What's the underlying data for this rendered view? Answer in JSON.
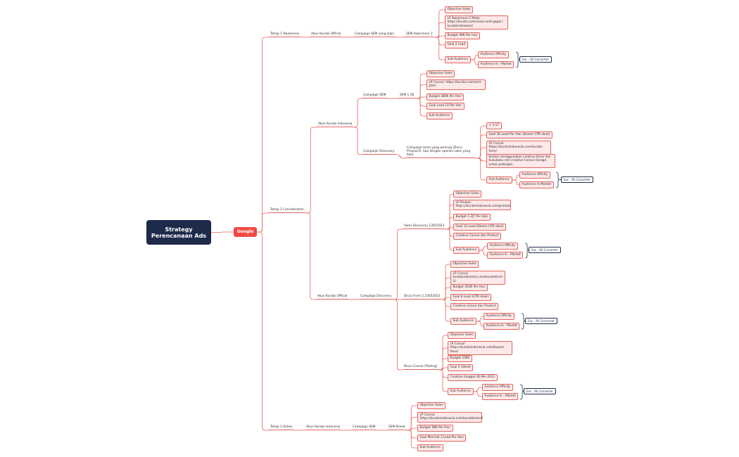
{
  "colors": {
    "line": "#e3645c",
    "node_fill": "#fde9e9",
    "root": "#1d2a4a",
    "google": "#ef4a45",
    "exc": "#1e2b47"
  },
  "root": "Strategy Perencanaan Ads",
  "google": "Google",
  "stages": {
    "awareness": "Tahap 1 Awareness",
    "consideration": "Tahap 2 Consideration",
    "action": "Tahap 3 Action"
  },
  "t1": {
    "account": "Akun Kurato Official",
    "campaign": "Campaign SEM yang Jalan",
    "adset": "SEM Awareness 2",
    "objective": "Objective Sales",
    "lp": "LP Awareness 2 Meta: https://kurato.com/solusi-anti-gagal / kuratoindonesia]",
    "budget": "Budget 98K Per hari",
    "goal": "Goal 2 Lead",
    "sub": "Sub Audience",
    "affinity": "Audience Affinity",
    "market": "Audience In - Market",
    "exc": "Exc : All Converter"
  },
  "t2a": {
    "account": "Akun Kurato Indonesia",
    "campaign_sem": "Campaign SEM",
    "sem": "SEM 1.1B",
    "objective": "Objective Sales",
    "lp": "LP Consul: https://kurato.com/sem-ptm/",
    "budget": "Budget 380K Per Hari",
    "goal": "Goal Lead 10 Per Hari",
    "sub": "Sub Audience",
    "campaign_disc": "Campaign Discovery",
    "disc_desc": "Campaign lama yang winning (Disco Prospect), tapi dengan operasi sales yang baik.",
    "d_roas": "> 3.17",
    "d_goal": "Goal 30 Lead Per Hari (Belum CPR ideal)",
    "d_lp": "LP Consul: https://kuratoindonesia.com/kurato-form/",
    "d_creative": "Konten menggunakan creative tema dan bukubaku seri creative Consul Fanage untuk pelengan.",
    "d_sub": "Sub Audience",
    "d_affinity": "Audience Affinity",
    "d_market": "Audience In-Market",
    "d_exc": "Exc : All Converter"
  },
  "t2b": {
    "account": "Akun Kurato Official",
    "campaign": "Campaign Discovery",
    "s1": {
      "name": "Sales Discovery 13052023",
      "objective": "Objective Sales",
      "lp": "LP Produk: https://kuratoindonesia.com/produk/",
      "budget": "Budget 1.2JT Per Hari",
      "goal": "Goal 12 Lead (Belum CPR ideal)",
      "creative": "Creative Consul dan Product",
      "sub": "Sub Audience",
      "affinity": "Audience Affinity",
      "market": "Audience In - Market",
      "exc": "Exc : All Converter"
    },
    "s2": {
      "name": "Disco Form 2 23052023",
      "objective": "Objective Sales",
      "lp": "LP Consul: kuratoindonesia.com/kuratoform-2/",
      "budget": "Budget 453K Per Hari",
      "goal": "Goal 8 Lead (CPR ideal)",
      "creative": "Creative Consul dan Product",
      "sub": "Sub Audience",
      "affinity": "Audience Affinity",
      "market": "Audience In - Market",
      "exc": "Exc : All Converter"
    },
    "s3": {
      "name": "Disco Consul (Testing)",
      "objective": "Objective Sales",
      "lp": "LP Consul: https://kuratoindonesia.com/bayam-tikus/",
      "budget": "Budget 108K",
      "goal": "Goal 3 (Ideal)",
      "creative": "Creative tanggal 26 Mei 2023",
      "sub": "Sub Audience",
      "affinity": "Audience Affinity",
      "market": "Audience In - Market",
      "exc": "Exc : All Converter"
    }
  },
  "t3": {
    "account": "Akun Kurato Indonesia",
    "campaign": "Campaign SEM",
    "adset": "SEM Brand",
    "objective": "Objective Sales",
    "lp": "LP Consul: https://kuratoindonesia.com/kuratobrand/",
    "budget": "Budget 98K Per Hari",
    "goal": "Goal Minimal 3 Lead Per Hari",
    "sub": "Sub Audience"
  }
}
